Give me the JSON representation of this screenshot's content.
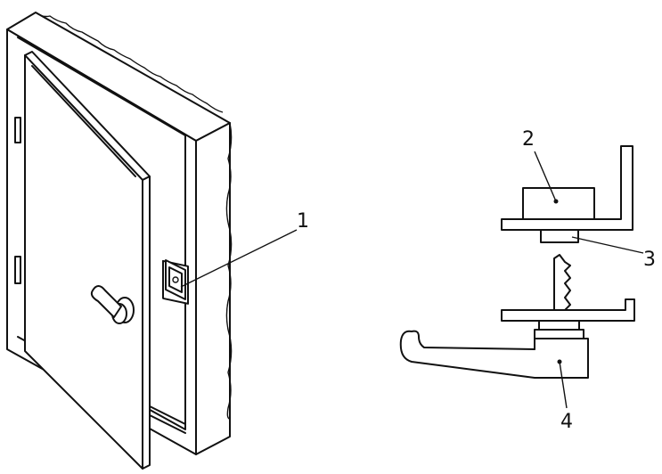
{
  "diagram": {
    "callouts": [
      {
        "id": "1",
        "label": "1"
      },
      {
        "id": "2",
        "label": "2"
      },
      {
        "id": "3",
        "label": "3"
      },
      {
        "id": "4",
        "label": "4"
      }
    ],
    "colors": {
      "line": "#111111",
      "background": "#ffffff"
    }
  }
}
